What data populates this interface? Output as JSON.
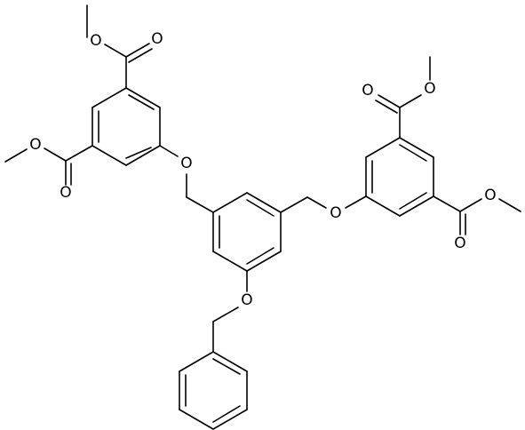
{
  "molecule": {
    "atoms": [
      {
        "id": "o1",
        "label": "O"
      },
      {
        "id": "o2",
        "label": "O"
      },
      {
        "id": "o3",
        "label": "O"
      },
      {
        "id": "o4",
        "label": "O"
      },
      {
        "id": "o5",
        "label": "O"
      },
      {
        "id": "o6",
        "label": "O"
      },
      {
        "id": "o7",
        "label": "O"
      },
      {
        "id": "o8",
        "label": "O"
      },
      {
        "id": "o9",
        "label": "O"
      },
      {
        "id": "o10",
        "label": "O"
      },
      {
        "id": "o11",
        "label": "O"
      }
    ],
    "bond_color": "#000000",
    "background": "#ffffff"
  }
}
